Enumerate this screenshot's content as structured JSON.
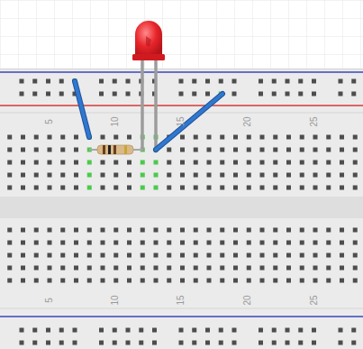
{
  "diagram": {
    "labels": [
      "5",
      "10",
      "15",
      "20",
      "25",
      "5",
      "10",
      "15",
      "20",
      "25"
    ]
  }
}
